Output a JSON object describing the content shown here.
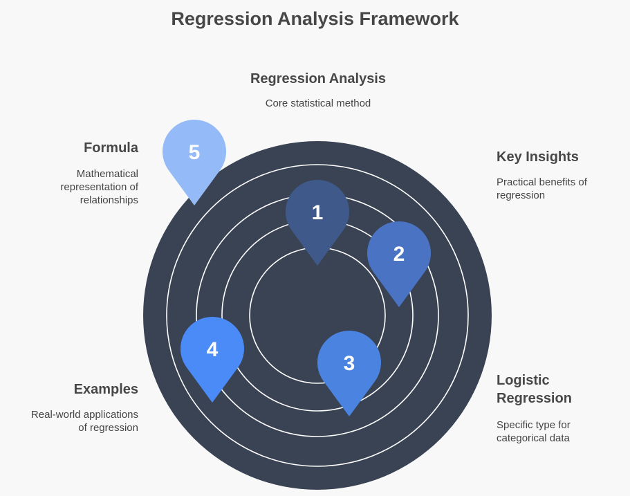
{
  "title": "Regression Analysis Framework",
  "center_label": {
    "heading": "Regression Analysis",
    "description": "Core statistical method"
  },
  "labels": {
    "formula": {
      "heading": "Formula",
      "description_lines": [
        "Mathematical",
        "representation of",
        "relationships"
      ]
    },
    "key_insights": {
      "heading": "Key Insights",
      "description_lines": [
        "Practical benefits of",
        "regression"
      ]
    },
    "logistic": {
      "heading_lines": [
        "Logistic",
        "Regression"
      ],
      "description_lines": [
        "Specific type for",
        "categorical data"
      ]
    },
    "examples": {
      "heading": "Examples",
      "description_lines": [
        "Real-world applications",
        "of regression"
      ]
    }
  },
  "markers": [
    {
      "number": "1",
      "color": "#3f5a8a"
    },
    {
      "number": "2",
      "color": "#4a74c3"
    },
    {
      "number": "3",
      "color": "#4a84e0"
    },
    {
      "number": "4",
      "color": "#4a8bf7"
    },
    {
      "number": "5",
      "color": "#94bbf7"
    }
  ],
  "colors": {
    "disc": "#3a4354",
    "ring_stroke": "#ffffff",
    "background": "#f8f8f8"
  }
}
